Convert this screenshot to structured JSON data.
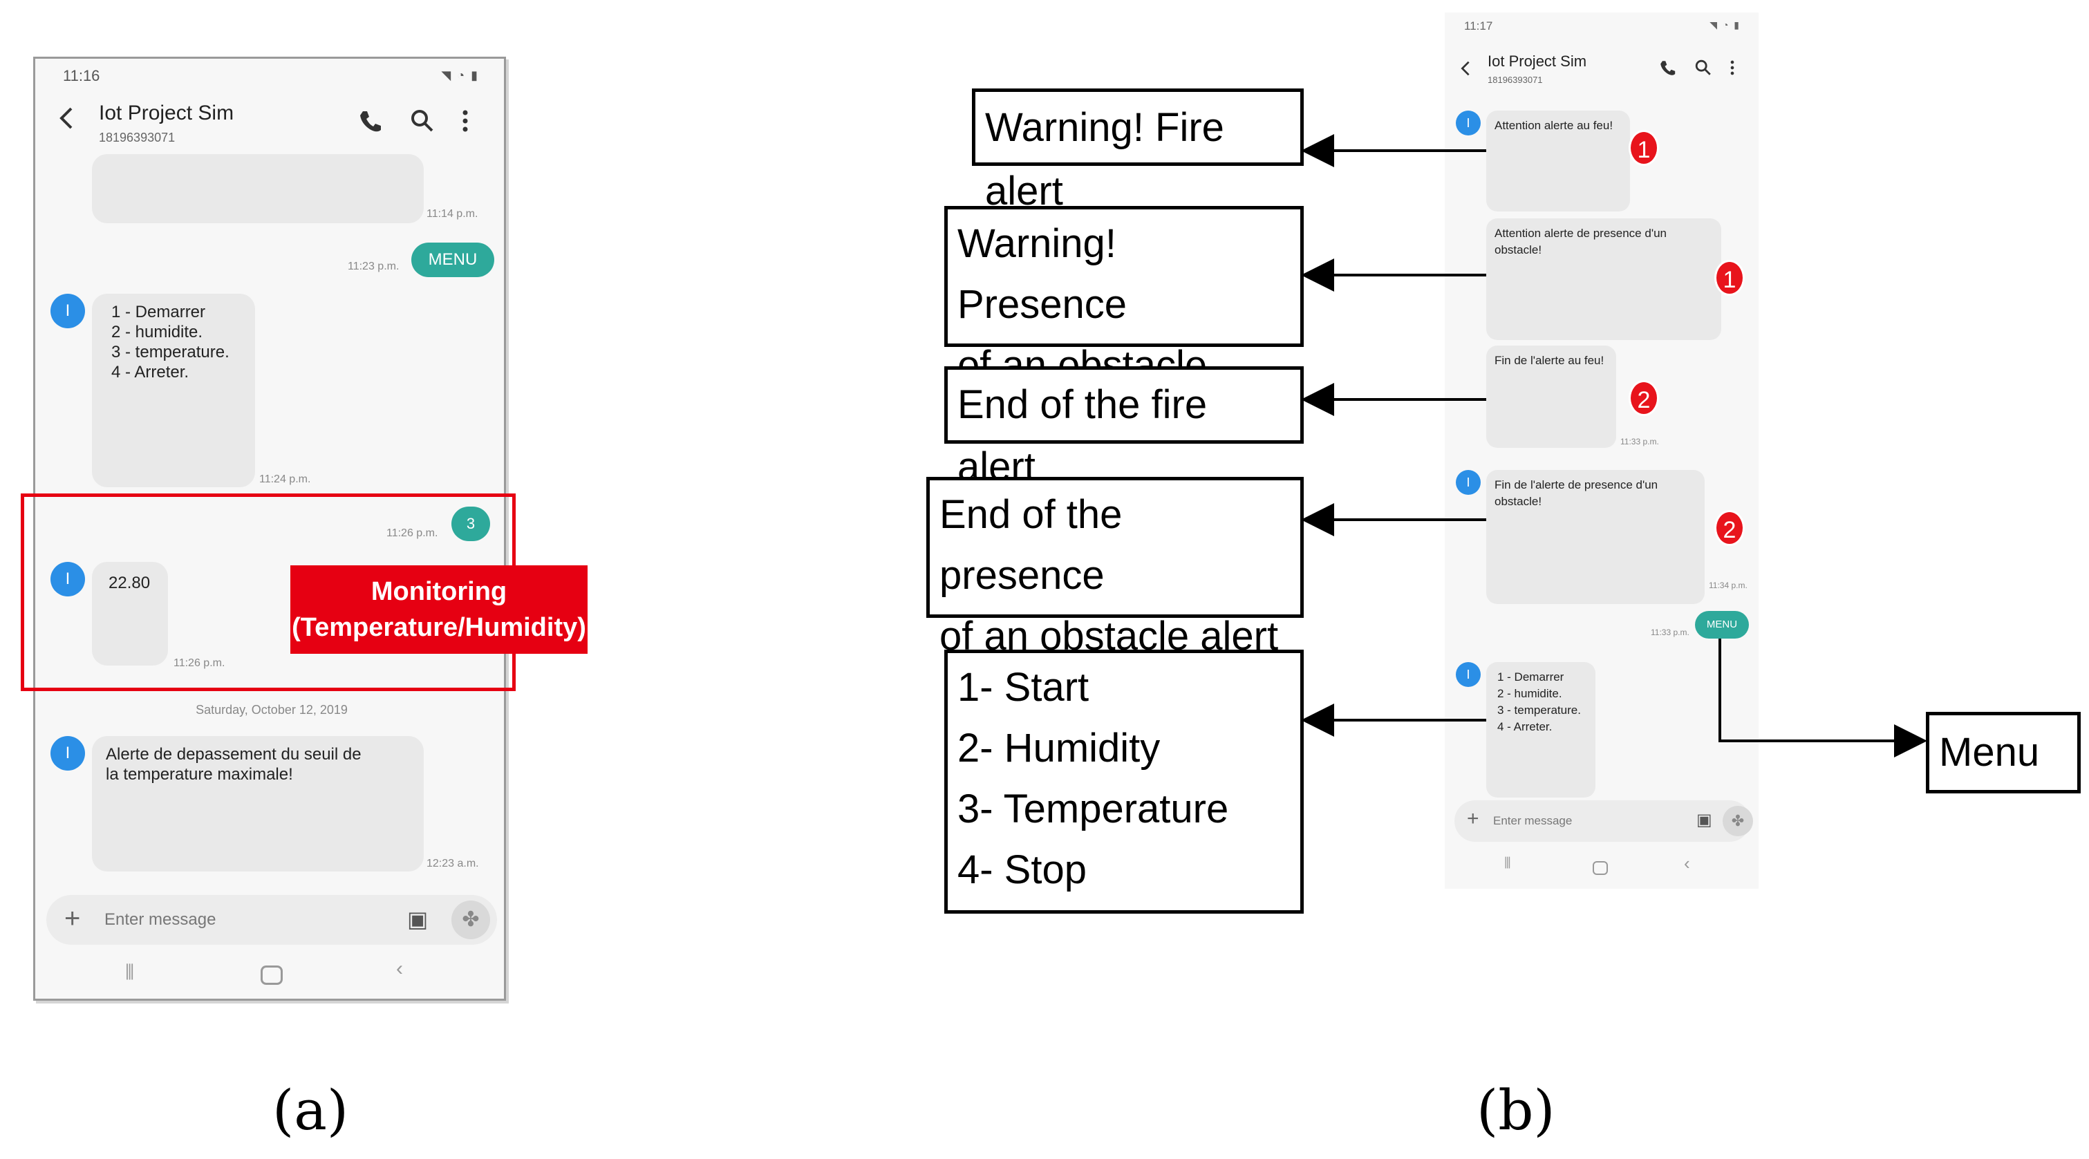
{
  "phone_a": {
    "status_time": "11:16",
    "contact_name": "Iot Project Sim",
    "contact_number": "18196393071",
    "messages": [
      {
        "time": "11:14 p.m."
      },
      {
        "text": "MENU",
        "time": "11:23 p.m."
      },
      {
        "avatar": "I",
        "text": "1 - Demarrer\n2 - humidite.\n3 - temperature.\n4 - Arreter.",
        "time": "11:24 p.m."
      },
      {
        "text": "3",
        "time": "11:26 p.m."
      },
      {
        "avatar": "I",
        "text": "22.80",
        "time": "11:26 p.m."
      },
      {
        "avatar": "I",
        "text": "Alerte de depassement du seuil de\nla temperature maximale!",
        "time": "12:23 a.m."
      }
    ],
    "date_separator": "Saturday, October 12, 2019",
    "input_placeholder": "Enter message",
    "highlight_label": "Monitoring\n(Temperature/Humidity)",
    "highlight_color": "#e60012"
  },
  "phone_b": {
    "status_time": "11:17",
    "contact_name": "Iot Project Sim",
    "contact_number": "18196393071",
    "messages": [
      {
        "avatar": "I",
        "text": "Attention alerte au feu!",
        "badge": "1"
      },
      {
        "text": "Attention alerte de presence d'un\nobstacle!",
        "badge": "1"
      },
      {
        "text": "Fin de l'alerte au feu!",
        "badge": "2",
        "time": "11:33 p.m."
      },
      {
        "avatar": "I",
        "text": "Fin de l'alerte de presence d'un\nobstacle!",
        "badge": "2",
        "time": "11:34 p.m."
      },
      {
        "text": "MENU",
        "time": "11:33 p.m."
      },
      {
        "avatar": "I",
        "text": "1 - Demarrer\n2 - humidite.\n3 - temperature.\n4 - Arreter."
      }
    ],
    "input_placeholder": "Enter message"
  },
  "callouts": {
    "fire": "Warning! Fire alert",
    "obstacle": "Warning! Presence\nof an obstacle alert",
    "fire_end": "End of the fire alert",
    "obstacle_end": "End of the presence\nof an obstacle alert",
    "menu_list": "1- Start\n2- Humidity\n3- Temperature\n4- Stop",
    "menu": "Menu"
  },
  "labels": {
    "a": "(a)",
    "b": "(b)"
  },
  "colors": {
    "accent": "#2ea99b",
    "avatar": "#2b8fe6",
    "badge": "#e8141c"
  }
}
